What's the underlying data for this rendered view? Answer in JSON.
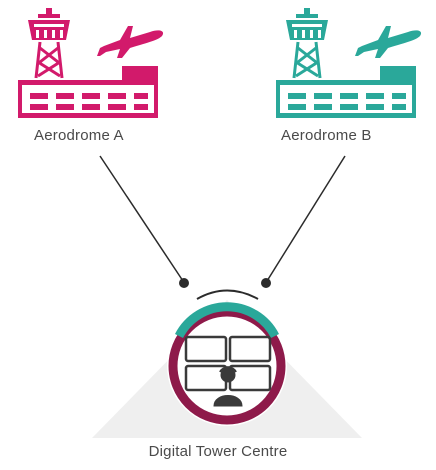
{
  "aerodromes": [
    {
      "label": "Aerodrome A",
      "color": "#d21a6b"
    },
    {
      "label": "Aerodrome B",
      "color": "#2aa89a"
    }
  ],
  "centre": {
    "label": "Digital Tower Centre",
    "ring_color": "#8e1a4a",
    "ring_accent": "#2aa89a",
    "operator_color": "#3a3a3a"
  },
  "connection_color": "#2b2b2b"
}
